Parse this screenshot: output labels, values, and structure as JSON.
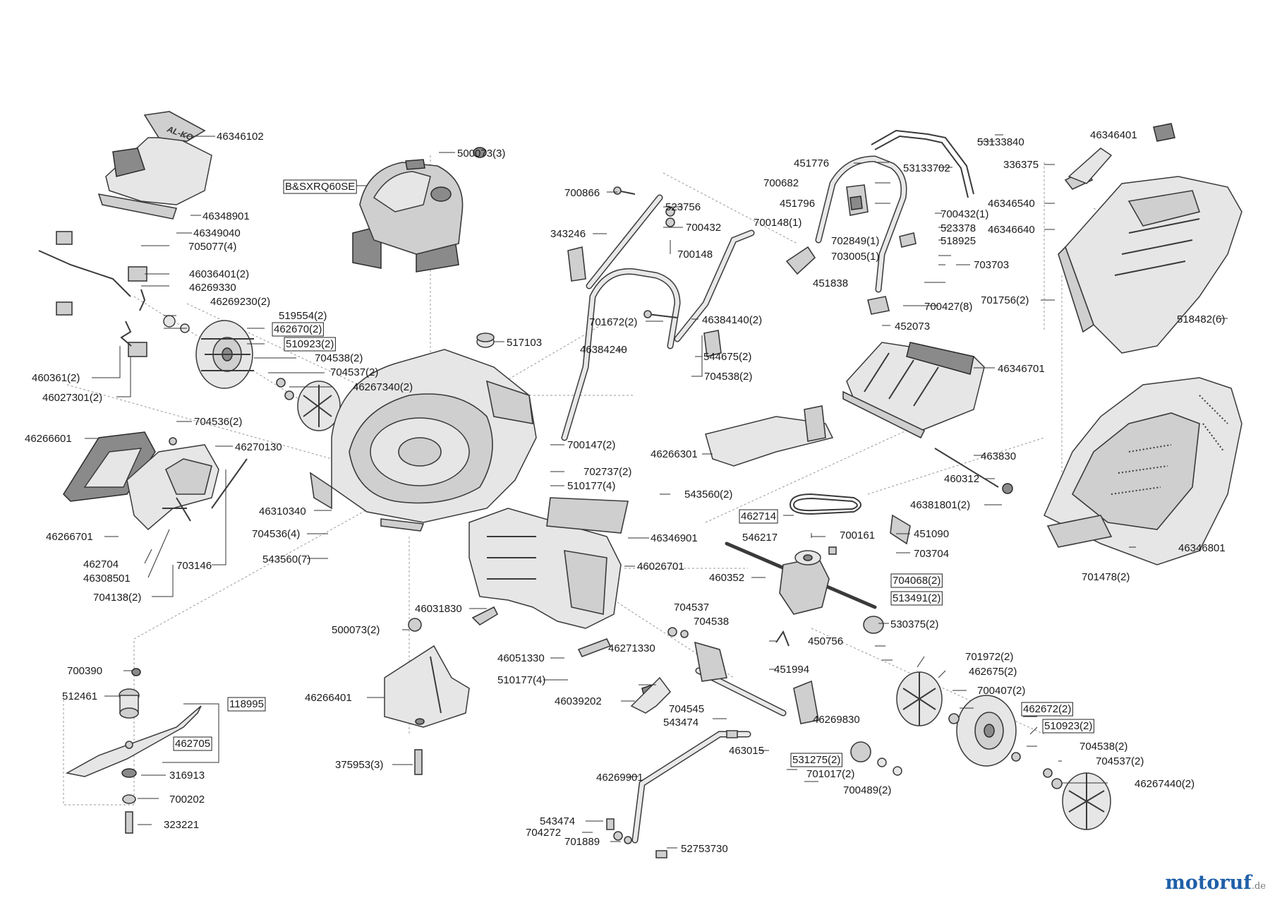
{
  "watermark": {
    "brand": "motoruf",
    "tld": ".de"
  },
  "labels": [
    {
      "id": "l01",
      "text": "46346102"
    },
    {
      "id": "l02",
      "text": "46348901"
    },
    {
      "id": "l03",
      "text": "46349040"
    },
    {
      "id": "l04",
      "text": "705077(4)"
    },
    {
      "id": "l05",
      "text": "46036401(2)"
    },
    {
      "id": "l06",
      "text": "46269330"
    },
    {
      "id": "l07",
      "text": "46269230(2)"
    },
    {
      "id": "l08",
      "text": "519554(2)"
    },
    {
      "id": "l09",
      "text": "462670(2)",
      "boxed": true
    },
    {
      "id": "l10",
      "text": "510923(2)",
      "boxed": true
    },
    {
      "id": "l11",
      "text": "704538(2)"
    },
    {
      "id": "l12",
      "text": "704537(2)"
    },
    {
      "id": "l13",
      "text": "46267340(2)"
    },
    {
      "id": "l14",
      "text": "460361(2)"
    },
    {
      "id": "l15",
      "text": "46027301(2)"
    },
    {
      "id": "l16",
      "text": "704536(2)"
    },
    {
      "id": "l17",
      "text": "46266601"
    },
    {
      "id": "l18",
      "text": "46270130"
    },
    {
      "id": "l19",
      "text": "46266701"
    },
    {
      "id": "l20",
      "text": "462704"
    },
    {
      "id": "l21",
      "text": "46308501"
    },
    {
      "id": "l22",
      "text": "703146"
    },
    {
      "id": "l23",
      "text": "704138(2)"
    },
    {
      "id": "l24",
      "text": "B&SXRQ60SE",
      "boxed": true
    },
    {
      "id": "l25",
      "text": "500073(3)"
    },
    {
      "id": "l26",
      "text": "517103"
    },
    {
      "id": "l27",
      "text": "46310340"
    },
    {
      "id": "l28",
      "text": "704536(4)"
    },
    {
      "id": "l29",
      "text": "543560(7)"
    },
    {
      "id": "l30",
      "text": "700866"
    },
    {
      "id": "l31",
      "text": "523756"
    },
    {
      "id": "l32",
      "text": "700432"
    },
    {
      "id": "l33",
      "text": "343246"
    },
    {
      "id": "l34",
      "text": "700148"
    },
    {
      "id": "l35",
      "text": "701672(2)"
    },
    {
      "id": "l36",
      "text": "46384140(2)"
    },
    {
      "id": "l37",
      "text": "46384240"
    },
    {
      "id": "l38",
      "text": "544675(2)"
    },
    {
      "id": "l39",
      "text": "704538(2)"
    },
    {
      "id": "l40",
      "text": "700147(2)"
    },
    {
      "id": "l41",
      "text": "702737(2)"
    },
    {
      "id": "l42",
      "text": "510177(4)"
    },
    {
      "id": "l43",
      "text": "46266301"
    },
    {
      "id": "l44",
      "text": "543560(2)"
    },
    {
      "id": "l45",
      "text": "46346901"
    },
    {
      "id": "l46",
      "text": "46026701"
    },
    {
      "id": "l47",
      "text": "46031830"
    },
    {
      "id": "l48",
      "text": "500073(2)"
    },
    {
      "id": "l49",
      "text": "46051330"
    },
    {
      "id": "l50",
      "text": "510177(4)"
    },
    {
      "id": "l51",
      "text": "46039202"
    },
    {
      "id": "l52",
      "text": "46266401"
    },
    {
      "id": "l53",
      "text": "375953(3)"
    },
    {
      "id": "l54",
      "text": "700390"
    },
    {
      "id": "l55",
      "text": "512461"
    },
    {
      "id": "l56",
      "text": "118995",
      "boxed": true
    },
    {
      "id": "l57",
      "text": "462705",
      "boxed": true
    },
    {
      "id": "l58",
      "text": "316913"
    },
    {
      "id": "l59",
      "text": "700202"
    },
    {
      "id": "l60",
      "text": "323221"
    },
    {
      "id": "l61",
      "text": "451776"
    },
    {
      "id": "l62",
      "text": "700682"
    },
    {
      "id": "l63",
      "text": "451796"
    },
    {
      "id": "l64",
      "text": "700148(1)"
    },
    {
      "id": "l65",
      "text": "53133840"
    },
    {
      "id": "l66",
      "text": "53133702"
    },
    {
      "id": "l67",
      "text": "700432(1)"
    },
    {
      "id": "l68",
      "text": "523378"
    },
    {
      "id": "l69",
      "text": "702849(1)"
    },
    {
      "id": "l70",
      "text": "518925"
    },
    {
      "id": "l71",
      "text": "703005(1)"
    },
    {
      "id": "l72",
      "text": "703703"
    },
    {
      "id": "l73",
      "text": "451838"
    },
    {
      "id": "l74",
      "text": "700427(8)"
    },
    {
      "id": "l75",
      "text": "452073"
    },
    {
      "id": "l76",
      "text": "46346701"
    },
    {
      "id": "l77",
      "text": "46346401"
    },
    {
      "id": "l78",
      "text": "336375"
    },
    {
      "id": "l79",
      "text": "46346540"
    },
    {
      "id": "l80",
      "text": "46346640"
    },
    {
      "id": "l81",
      "text": "701756(2)"
    },
    {
      "id": "l82",
      "text": "518482(6)"
    },
    {
      "id": "l83",
      "text": "463830"
    },
    {
      "id": "l84",
      "text": "460312"
    },
    {
      "id": "l85",
      "text": "46381801(2)"
    },
    {
      "id": "l86",
      "text": "462714",
      "boxed": true
    },
    {
      "id": "l87",
      "text": "700161"
    },
    {
      "id": "l88",
      "text": "546217"
    },
    {
      "id": "l89",
      "text": "451090"
    },
    {
      "id": "l90",
      "text": "703704"
    },
    {
      "id": "l91",
      "text": "460352"
    },
    {
      "id": "l92",
      "text": "704068(2)",
      "boxed": true
    },
    {
      "id": "l93",
      "text": "513491(2)",
      "boxed": true
    },
    {
      "id": "l94",
      "text": "530375(2)"
    },
    {
      "id": "l95",
      "text": "46346801"
    },
    {
      "id": "l96",
      "text": "701478(2)"
    },
    {
      "id": "l97",
      "text": "704537"
    },
    {
      "id": "l98",
      "text": "704538"
    },
    {
      "id": "l99",
      "text": "46271330"
    },
    {
      "id": "l100",
      "text": "450756"
    },
    {
      "id": "l101",
      "text": "451994"
    },
    {
      "id": "l102",
      "text": "701972(2)"
    },
    {
      "id": "l103",
      "text": "462675(2)"
    },
    {
      "id": "l104",
      "text": "700407(2)"
    },
    {
      "id": "l105",
      "text": "462672(2)",
      "boxed": true
    },
    {
      "id": "l106",
      "text": "510923(2)",
      "boxed": true
    },
    {
      "id": "l107",
      "text": "704545"
    },
    {
      "id": "l108",
      "text": "543474"
    },
    {
      "id": "l109",
      "text": "46269830"
    },
    {
      "id": "l110",
      "text": "463015"
    },
    {
      "id": "l111",
      "text": "531275(2)",
      "boxed": true
    },
    {
      "id": "l112",
      "text": "701017(2)"
    },
    {
      "id": "l113",
      "text": "700489(2)"
    },
    {
      "id": "l114",
      "text": "704538(2)"
    },
    {
      "id": "l115",
      "text": "704537(2)"
    },
    {
      "id": "l116",
      "text": "46267440(2)"
    },
    {
      "id": "l117",
      "text": "46269901"
    },
    {
      "id": "l118",
      "text": "543474"
    },
    {
      "id": "l119",
      "text": "704272"
    },
    {
      "id": "l120",
      "text": "701889"
    },
    {
      "id": "l121",
      "text": "52753730"
    }
  ]
}
